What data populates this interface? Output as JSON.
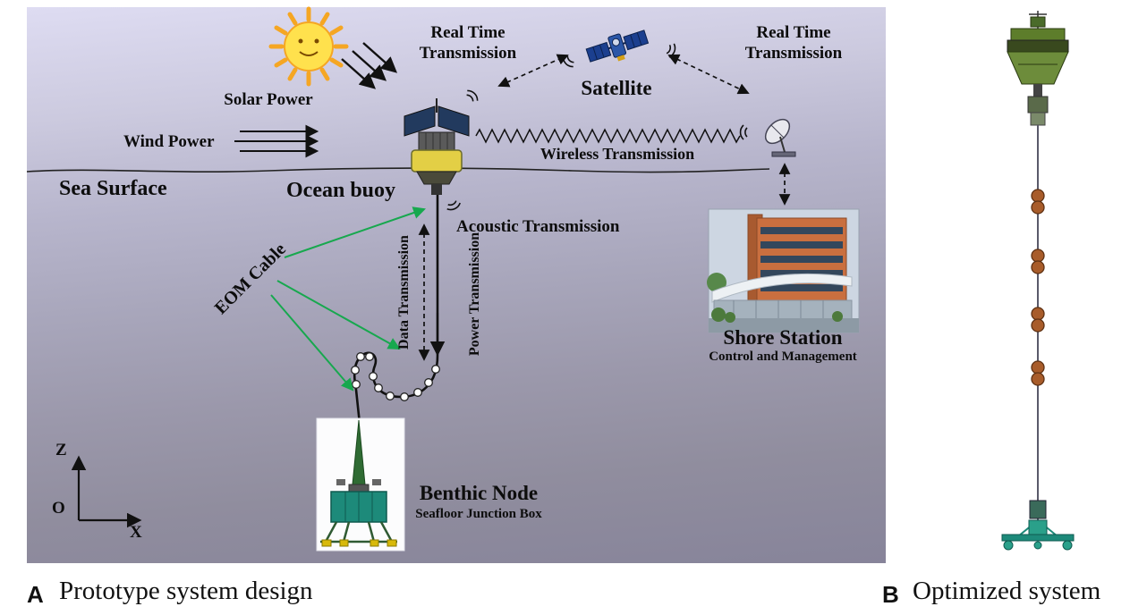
{
  "figure": {
    "panels": {
      "a": {
        "caption_letter": "A",
        "caption_text": "Prototype system design",
        "labels": {
          "solar_power": "Solar Power",
          "wind_power": "Wind Power",
          "sea_surface": "Sea Surface",
          "ocean_buoy": "Ocean buoy",
          "real_time_transmission_left": "Real Time\nTransmission",
          "real_time_transmission_right": "Real Time\nTransmission",
          "satellite": "Satellite",
          "wireless_transmission": "Wireless Transmission",
          "acoustic_transmission": "Acoustic Transmission",
          "data_transmission": "Data Transmission",
          "power_transmission": "Power Transmission",
          "eom_cable": "EOM Cable",
          "shore_station": "Shore Station",
          "shore_station_subtitle": "Control and Management",
          "benthic_node": "Benthic Node",
          "benthic_node_subtitle": "Seafloor Junction Box",
          "axis_z": "Z",
          "axis_origin": "O",
          "axis_x": "X"
        }
      },
      "b": {
        "caption_letter": "B",
        "caption_text": "Optimized system"
      }
    },
    "icons": {
      "sun": "sun-with-rays",
      "satellite": "satellite-with-solar-panels",
      "ground_dish": "satellite-dish-antenna",
      "ocean_buoy": "moored-surface-buoy",
      "shore_station": "shore-building",
      "benthic_node": "seafloor-junction-box-frame",
      "radio_waves": "signal-arcs",
      "mooring": "optimized-single-line-mooring"
    },
    "colors": {
      "eom_arrow_green": "#17a84e",
      "sun_yellow": "#ffe14d",
      "buoy_band_yellow": "#e3cf45",
      "satellite_blue": "#2b57a8",
      "benthic_teal": "#1d8a7a",
      "mooring_float_brown": "#a85c2a",
      "shore_building_orange": "#c96f3f"
    }
  }
}
